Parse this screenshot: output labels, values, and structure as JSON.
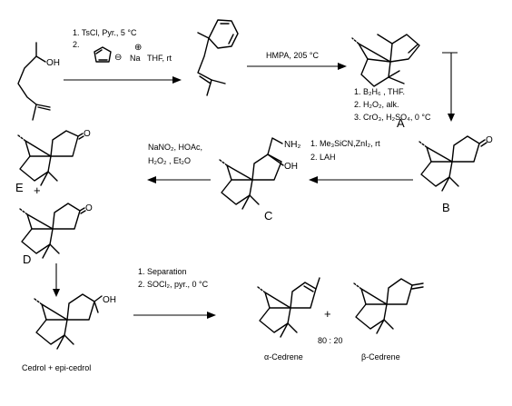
{
  "reactions": {
    "step1": {
      "line1": "1. TsCl, Pyr., 5 °C",
      "line2": "2.",
      "na": "Na",
      "thf": "THF, rt"
    },
    "step2": {
      "line1": "HMPA, 205 °C"
    },
    "step3": {
      "line1": "1. B₂H₆ , THF.",
      "line2": "2. H₂O₂, alk.",
      "line3": "3. CrO₃, H₂SO₄, 0 °C"
    },
    "step4": {
      "line1": "1. Me₃SiCN,ZnI₂, rt",
      "line2": "2. LAH"
    },
    "step5": {
      "line1": "NaNO₂, HOAc,",
      "line2": "H₂O₂ , Et₂O"
    },
    "step6": {
      "line1": "1. Separation",
      "line2": "2. SOCl₂, pyr., 0 °C"
    }
  },
  "labels": {
    "A": "A",
    "B": "B",
    "C": "C",
    "D": "D",
    "E": "E",
    "plus1": "+",
    "plus2": "+",
    "ratio": "80 : 20"
  },
  "atoms": {
    "oh_start": "OH",
    "oh_c": "OH",
    "nh2": "NH₂",
    "oh_cedrol": "OH",
    "o_e": "O",
    "o_d": "O",
    "o_b": "O"
  },
  "names": {
    "cedrol": "Cedrol + epi-cedrol",
    "alpha": "α-Cedrene",
    "beta": "β-Cedrene"
  },
  "charges": {
    "minus": "⊖",
    "plus": "⊕"
  }
}
